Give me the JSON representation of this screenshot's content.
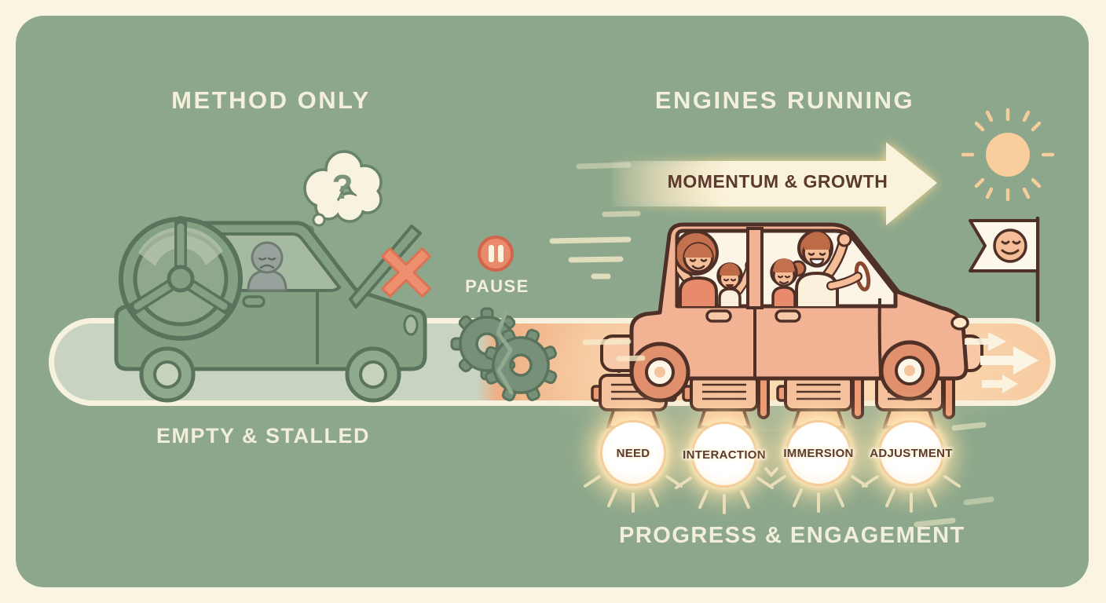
{
  "scene": {
    "left": {
      "title": "METHOD ONLY",
      "caption": "EMPTY & STALLED",
      "pause_label": "PAUSE",
      "thought_mark": "?"
    },
    "right": {
      "title": "ENGINES RUNNING",
      "arrow_label": "MOMENTUM & GROWTH",
      "caption": "PROGRESS & ENGAGEMENT",
      "engines": [
        {
          "label": "NEED"
        },
        {
          "label": "INTERACTION"
        },
        {
          "label": "IMMERSION"
        },
        {
          "label": "ADJUSTMENT"
        }
      ]
    },
    "colors": {
      "background_cream": "#FAF5E1",
      "panel_green": "#8CA78B",
      "accent_salmon": "#E98A6B",
      "car_peach": "#F2B294",
      "outline_brown": "#4F3026",
      "text_cream": "#F3EFDB",
      "text_brown": "#5B392C",
      "glow_warm": "#FFE4AA"
    }
  }
}
